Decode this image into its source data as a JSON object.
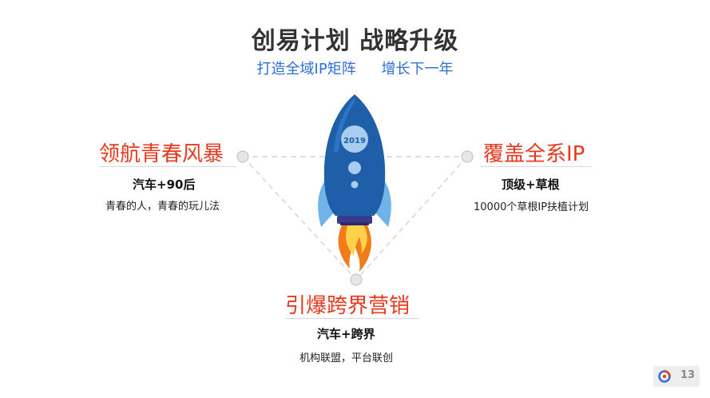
{
  "slide": {
    "title": "创易计划 战略升级",
    "subtitle_left": "打造全域IP矩阵",
    "subtitle_right": "增长下一年",
    "page_number": "13"
  },
  "rocket": {
    "year_label": "2019"
  },
  "left": {
    "heading": "领航青春风暴",
    "bold": "汽车+90后",
    "desc": "青春的人，青春的玩儿法"
  },
  "right": {
    "heading": "覆盖全系IP",
    "bold": "顶级+草根",
    "desc": "10000个草根IP扶植计划"
  },
  "bottom": {
    "heading": "引爆跨界营销",
    "bold": "汽车+跨界",
    "desc": "机构联盟，平台联创"
  },
  "colors": {
    "accent_red": "#e8391e",
    "accent_blue": "#2f6fd6",
    "rocket_body": "#1f5ea8",
    "rocket_fin": "#6fb3e8",
    "flame_outer": "#f07d1a",
    "flame_inner": "#ffd24a"
  }
}
